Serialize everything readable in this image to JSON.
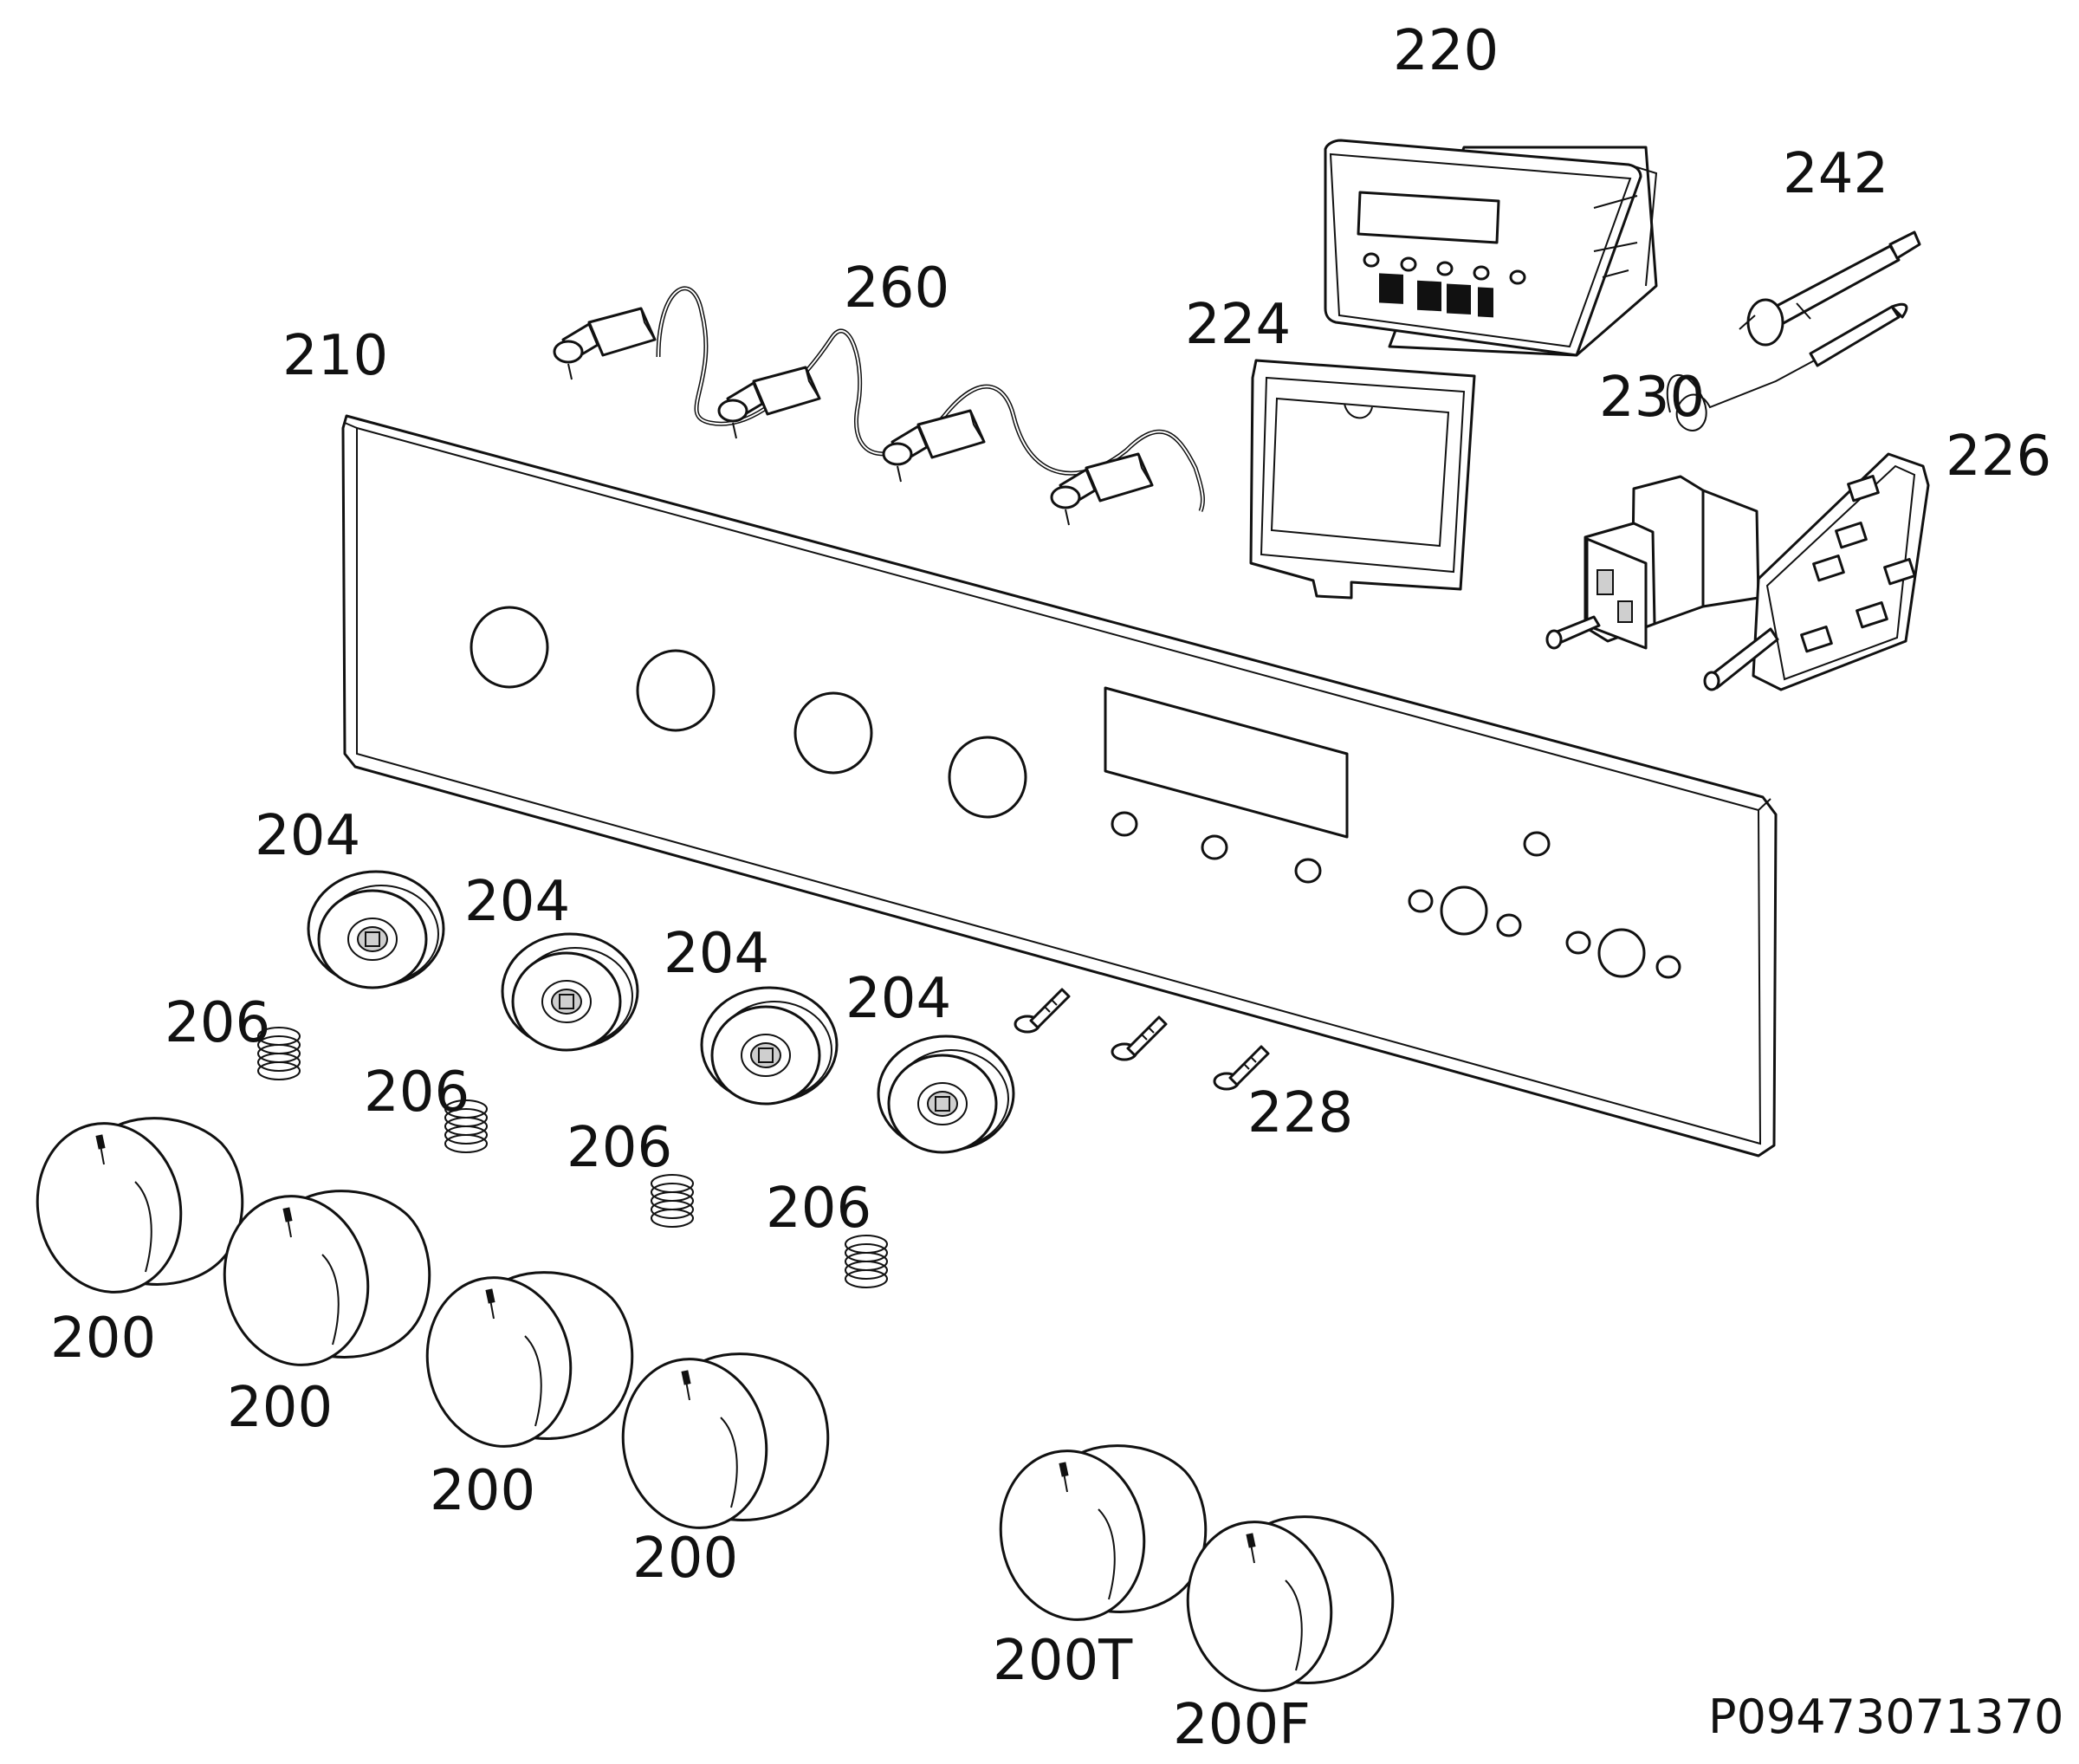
{
  "labels": {
    "panel": "210",
    "switches": "260",
    "timer": "220",
    "bracket": "224",
    "lamp": "242",
    "thermostat": "230",
    "selector": "226",
    "bezel_1": "204",
    "bezel_2": "204",
    "bezel_3": "204",
    "bezel_4": "204",
    "spring_1": "206",
    "spring_2": "206",
    "spring_3": "206",
    "spring_4": "206",
    "screw": "228",
    "knob_1": "200",
    "knob_2": "200",
    "knob_3": "200",
    "knob_4": "200",
    "knob_t": "200T",
    "knob_f": "200F"
  },
  "diagram_code": "P09473071370"
}
